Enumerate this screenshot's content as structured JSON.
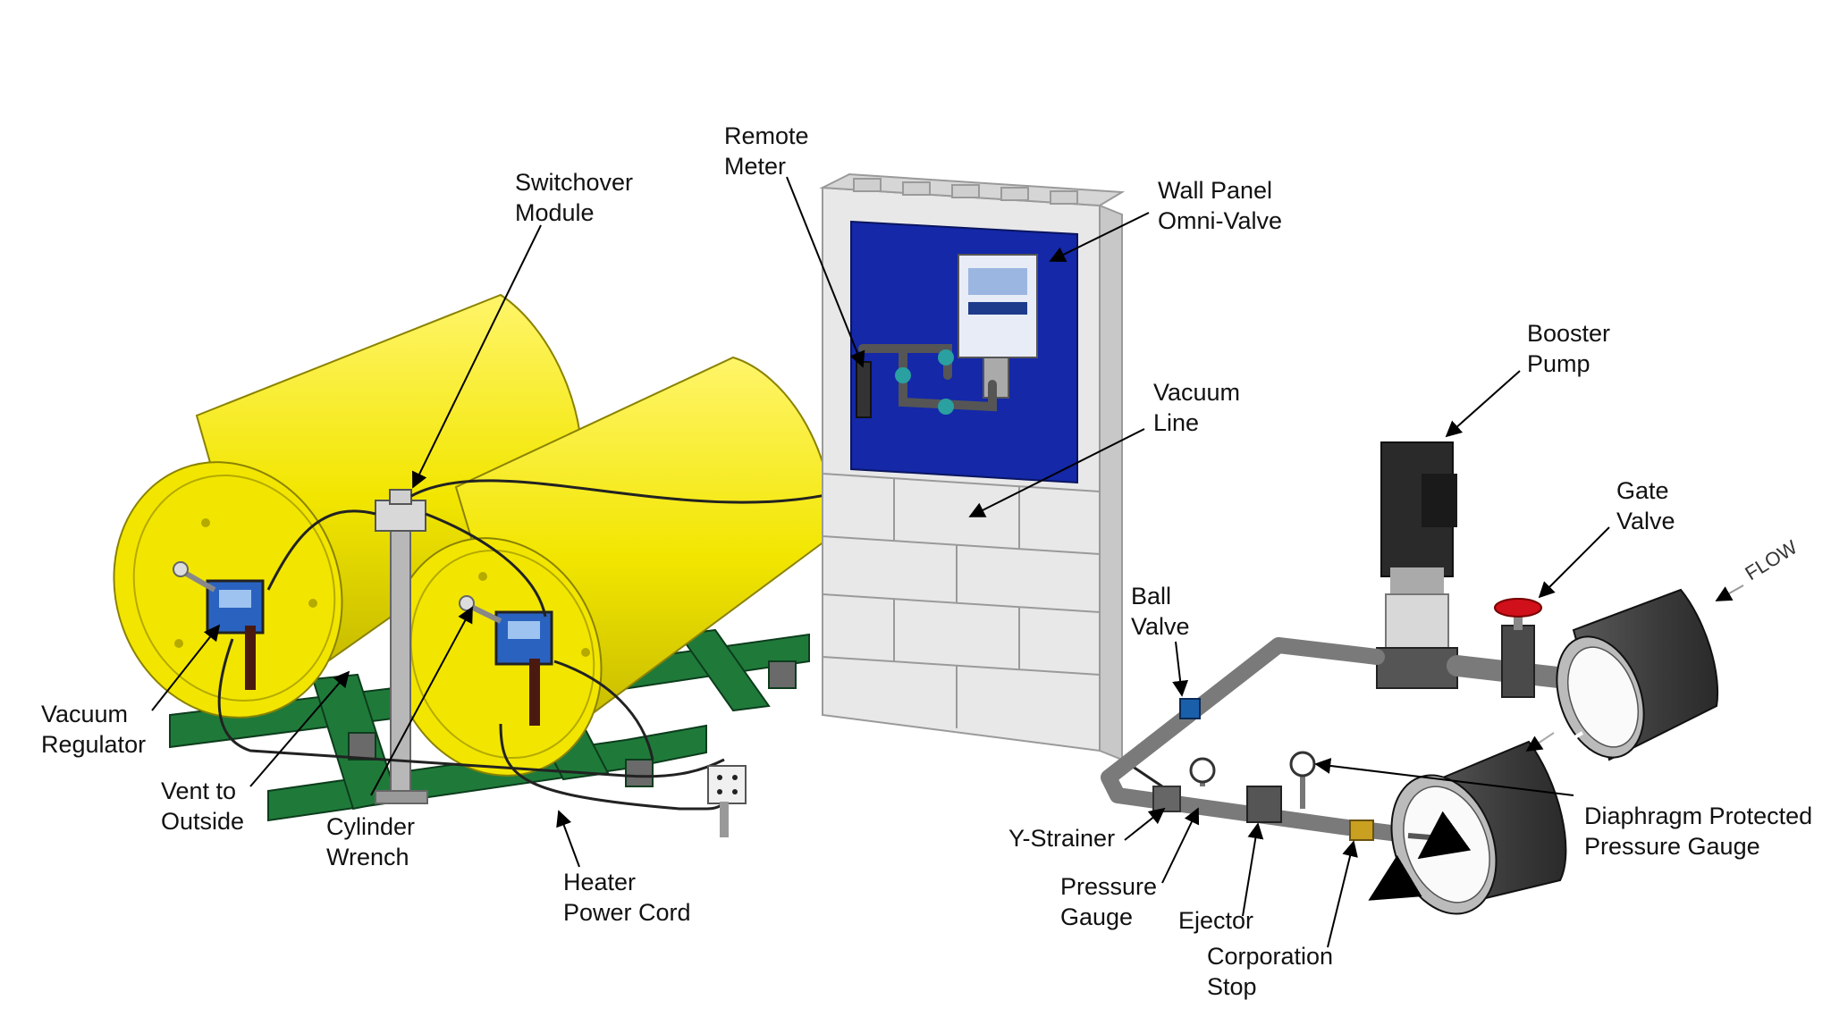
{
  "labels": {
    "remote_meter": [
      "Remote",
      "Meter"
    ],
    "switchover_module": [
      "Switchover",
      "Module"
    ],
    "wall_panel": [
      "Wall Panel",
      "Omni-Valve"
    ],
    "booster_pump": [
      "Booster",
      "Pump"
    ],
    "vacuum_line": [
      "Vacuum",
      "Line"
    ],
    "gate_valve": [
      "Gate",
      "Valve"
    ],
    "ball_valve": [
      "Ball",
      "Valve"
    ],
    "vacuum_regulator": [
      "Vacuum",
      "Regulator"
    ],
    "vent_to_outside": [
      "Vent to",
      "Outside"
    ],
    "cylinder_wrench": [
      "Cylinder",
      "Wrench"
    ],
    "heater_power_cord": [
      "Heater",
      "Power Cord"
    ],
    "y_strainer": [
      "Y-Strainer"
    ],
    "pressure_gauge": [
      "Pressure",
      "Gauge"
    ],
    "ejector": [
      "Ejector"
    ],
    "corporation_stop": [
      "Corporation",
      "Stop"
    ],
    "diaphragm_gauge": [
      "Diaphragm Protected",
      "Pressure Gauge"
    ]
  },
  "flow_label": "FLOW",
  "colors": {
    "cylinder": "#f2e600",
    "cylinder_shade": "#c9bf00",
    "frame": "#1f7a3a",
    "panel": "#1428a8",
    "block": "#e6e6e6",
    "pipe": "#6e6e6e",
    "pipe_dark": "#3d3d3d",
    "flow_arrow": "#2ec8e0",
    "gate_handle": "#d0101a"
  }
}
